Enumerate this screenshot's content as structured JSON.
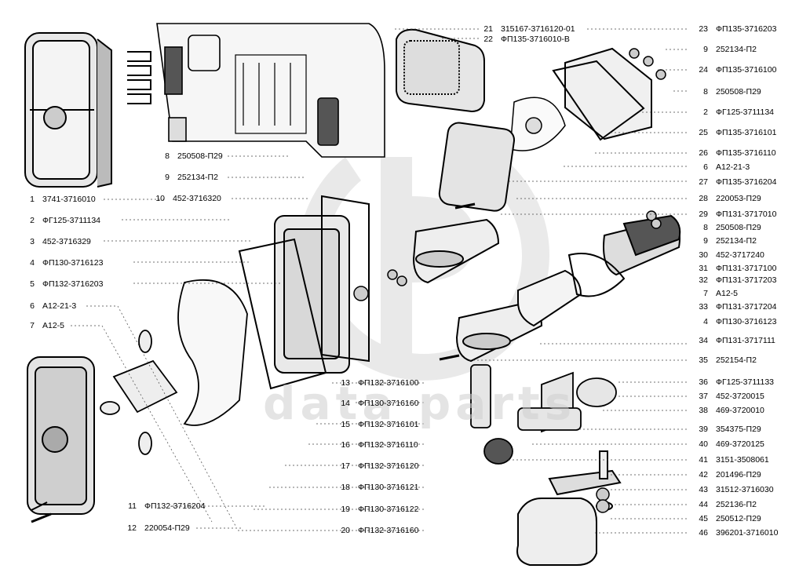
{
  "watermark": "data parts",
  "parts": [
    {
      "num": "1",
      "code": "3741-3716010",
      "side": "left"
    },
    {
      "num": "2",
      "code": "ФГ125-3711134",
      "side": "left"
    },
    {
      "num": "3",
      "code": "452-3716329",
      "side": "left"
    },
    {
      "num": "4",
      "code": "ФП130-3716123",
      "side": "left"
    },
    {
      "num": "5",
      "code": "ФП132-3716203",
      "side": "left"
    },
    {
      "num": "6",
      "code": "A12-21-3",
      "side": "left"
    },
    {
      "num": "7",
      "code": "A12-5",
      "side": "left"
    },
    {
      "num": "8",
      "code": "250508-П29",
      "side": "left"
    },
    {
      "num": "9",
      "code": "252134-П2",
      "side": "left"
    },
    {
      "num": "10",
      "code": "452-3716320",
      "side": "left"
    },
    {
      "num": "11",
      "code": "ФП132-3716204",
      "side": "left"
    },
    {
      "num": "12",
      "code": "220054-П29",
      "side": "left"
    },
    {
      "num": "13",
      "code": "ФП132-3716100",
      "side": "left"
    },
    {
      "num": "14",
      "code": "ФП130-3716160",
      "side": "left"
    },
    {
      "num": "15",
      "code": "ФП132-3716101",
      "side": "left"
    },
    {
      "num": "16",
      "code": "ФП132-3716110",
      "side": "left"
    },
    {
      "num": "17",
      "code": "ФП132-3716120",
      "side": "left"
    },
    {
      "num": "18",
      "code": "ФП130-3716121",
      "side": "left"
    },
    {
      "num": "19",
      "code": "ФП130-3716122",
      "side": "left"
    },
    {
      "num": "20",
      "code": "ФП132-3716160",
      "side": "left"
    },
    {
      "num": "21",
      "code": "315167-3716120-01",
      "side": "left"
    },
    {
      "num": "22",
      "code": "ФП135-3716010-В",
      "side": "left"
    },
    {
      "num": "23",
      "code": "ФП135-3716203",
      "side": "right"
    },
    {
      "num": "9",
      "code": "252134-П2",
      "side": "right"
    },
    {
      "num": "24",
      "code": "ФП135-3716100",
      "side": "right"
    },
    {
      "num": "8",
      "code": "250508-П29",
      "side": "right"
    },
    {
      "num": "2",
      "code": "ФГ125-3711134",
      "side": "right"
    },
    {
      "num": "25",
      "code": "ФП135-3716101",
      "side": "right"
    },
    {
      "num": "26",
      "code": "ФП135-3716110",
      "side": "right"
    },
    {
      "num": "6",
      "code": "A12-21-3",
      "side": "right"
    },
    {
      "num": "27",
      "code": "ФП135-3716204",
      "side": "right"
    },
    {
      "num": "28",
      "code": "220053-П29",
      "side": "right"
    },
    {
      "num": "29",
      "code": "ФП131-3717010",
      "side": "right"
    },
    {
      "num": "8",
      "code": "250508-П29",
      "side": "right"
    },
    {
      "num": "9",
      "code": "252134-П2",
      "side": "right"
    },
    {
      "num": "30",
      "code": "452-3717240",
      "side": "right"
    },
    {
      "num": "31",
      "code": "ФП131-3717100",
      "side": "right"
    },
    {
      "num": "32",
      "code": "ФП131-3717203",
      "side": "right"
    },
    {
      "num": "7",
      "code": "A12-5",
      "side": "right"
    },
    {
      "num": "33",
      "code": "ФП131-3717204",
      "side": "right"
    },
    {
      "num": "4",
      "code": "ФП130-3716123",
      "side": "right"
    },
    {
      "num": "34",
      "code": "ФП131-3717111",
      "side": "right"
    },
    {
      "num": "35",
      "code": "252154-П2",
      "side": "right"
    },
    {
      "num": "36",
      "code": "ФГ125-3711133",
      "side": "right"
    },
    {
      "num": "37",
      "code": "452-3720015",
      "side": "right"
    },
    {
      "num": "38",
      "code": "469-3720010",
      "side": "right"
    },
    {
      "num": "39",
      "code": "354375-П29",
      "side": "right"
    },
    {
      "num": "40",
      "code": "469-3720125",
      "side": "right"
    },
    {
      "num": "41",
      "code": "3151-3508061",
      "side": "right"
    },
    {
      "num": "42",
      "code": "201496-П29",
      "side": "right"
    },
    {
      "num": "43",
      "code": "31512-3716030",
      "side": "right"
    },
    {
      "num": "44",
      "code": "252136-П2",
      "side": "right"
    },
    {
      "num": "45",
      "code": "250512-П29",
      "side": "right"
    },
    {
      "num": "46",
      "code": "396201-3716010",
      "side": "right"
    }
  ]
}
